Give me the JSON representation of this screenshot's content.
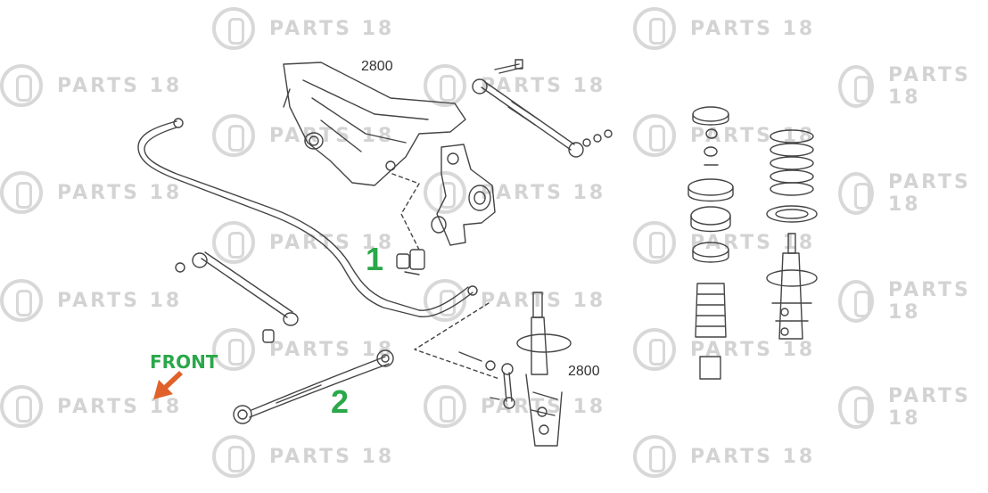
{
  "watermark": {
    "text": "PARTS 18",
    "color": "#777777"
  },
  "labels": {
    "ref_top": "2800",
    "ref_strut": "2800",
    "callout_1": "1",
    "callout_2": "2",
    "front": "FRONT"
  },
  "colors": {
    "callout": "#2aa84a",
    "front_text": "#2aa84a",
    "front_arrow": "#e0622a",
    "line": "#444444"
  },
  "icons": {
    "front_direction": "arrow-down-left-icon"
  }
}
